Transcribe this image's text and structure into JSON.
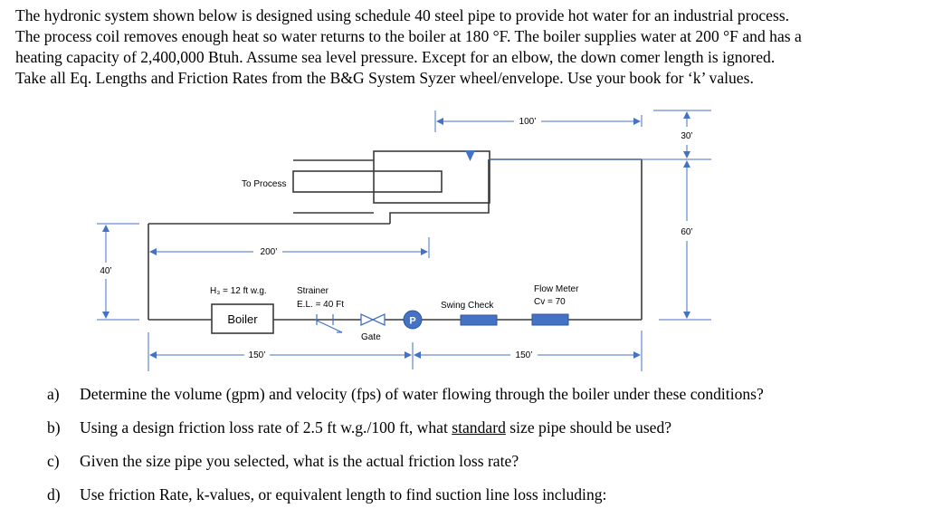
{
  "problem_text": [
    "The hydronic system shown below is designed using schedule 40 steel pipe to provide hot water for an industrial process.",
    "The process coil removes enough heat so water returns to the boiler at 180 °F.  The boiler supplies water at 200 °F and has a",
    "heating capacity of 2,400,000 Btuh.  Assume sea level pressure.  Except for an elbow, the down comer length is ignored.",
    "Take all Eq. Lengths and Friction Rates from the B&G System Syzer wheel/envelope.  Use your book for ‘k’ values."
  ],
  "diagram": {
    "dim_100": "100’",
    "dim_30": "30’",
    "dim_60": "60’",
    "dim_200": "200’",
    "dim_40": "40’",
    "dim_150_left": "150’",
    "dim_150_right": "150’",
    "to_process": "To Process",
    "hf_label": "H₃ = 12 ft w.g.",
    "boiler": "Boiler",
    "strainer": "Strainer",
    "strainer_el": "E.L. = 40 Ft",
    "gate": "Gate",
    "pump": "P",
    "swing_check": "Swing Check",
    "flow_meter": "Flow Meter",
    "flow_meter_cv": "Cv = 70"
  },
  "questions": [
    {
      "label": "a)",
      "text": "Determine the volume (gpm) and velocity (fps) of water flowing through the boiler under these conditions?"
    },
    {
      "label": "b)",
      "pre": "Using a design friction loss rate of 2.5 ft w.g./100 ft, what ",
      "underlined": "standard",
      "post": " size pipe should be used?"
    },
    {
      "label": "c)",
      "text": "Given the size pipe you selected, what is the actual friction loss rate?"
    },
    {
      "label": "d)",
      "text": "Use friction Rate, k-values, or equivalent length to find suction line loss including:"
    }
  ],
  "colors": {
    "pipe": "#3a3a3a",
    "dimension": "#4472c4",
    "pump_fill": "#4472c4",
    "component_fill": "#4472c4",
    "valve_line": "#4472c4"
  }
}
